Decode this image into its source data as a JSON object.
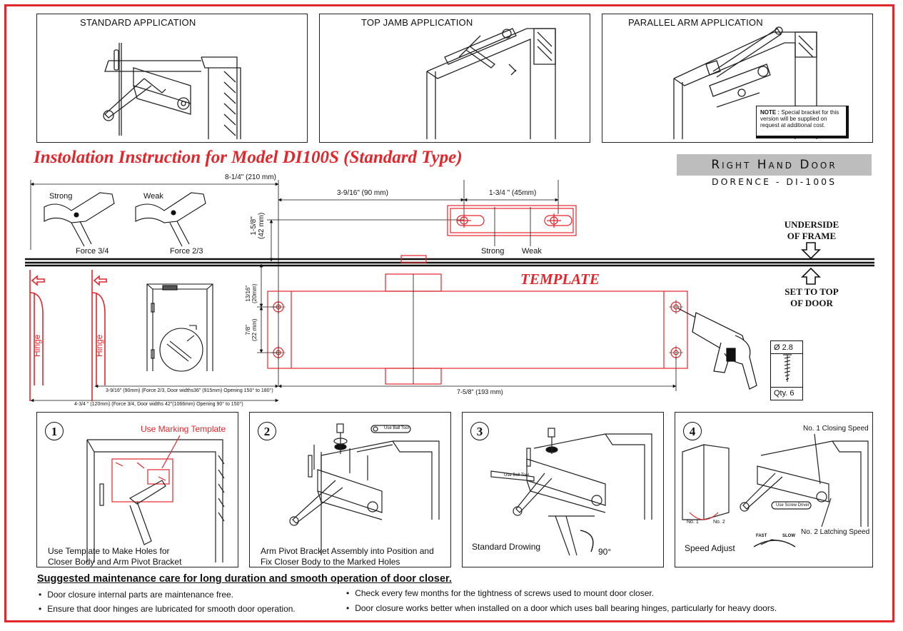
{
  "panels": {
    "standard": "STANDARD APPLICATION",
    "top_jamb": "TOP JAMB APPLICATION",
    "parallel": "PARALLEL ARM APPLICATION",
    "note_label": "NOTE :",
    "note_text_1": "Special bracket for this",
    "note_text_2": "version will be supplied on",
    "note_text_3": "request at additional cost."
  },
  "title": "Instolation Instruction for Model DI100S (Standard Type)",
  "badge": {
    "hand": "Right Hand Door",
    "model": "DORENCE - DI-100S"
  },
  "template": {
    "label": "TEMPLATE",
    "dim_overall": "8-1/4\" (210 mm)",
    "dim_to_bracket": "3-9/16\" (90 mm)",
    "dim_bracket": "1-3/4 \" (45mm)",
    "dim_vert_bracket_1": "1-5/8\"",
    "dim_vert_bracket_2": "(42 mm)",
    "dim_top_1": "13/16\"",
    "dim_top_2": "(20mm)",
    "dim_holes_1": "7/8\"",
    "dim_holes_2": "(22 mm)",
    "dim_holes_span": "7-5/8\" (193 mm)",
    "dim_door_36": "3-9/16\" (90mm) (Force 2/3, Door widths36\" (915mm) Opening 150° to 180°)",
    "dim_door_42": "4-3/4 \" (120mm)  (Force 3/4, Door widths 42\"(1066mm) Opening 90° to 150°)",
    "strong": "Strong",
    "weak": "Weak",
    "force_strong": "Force 3/4",
    "force_weak": "Force 2/3",
    "bracket_strong": "Strong",
    "bracket_weak": "Weak",
    "underside_1": "UNDERSIDE",
    "underside_2": "OF FRAME",
    "settop_1": "SET TO TOP",
    "settop_2": "OF DOOR",
    "hinge": "Hinge",
    "screw_size": "Ø 2.8",
    "screw_qty": "Qty. 6"
  },
  "steps": [
    {
      "num": "1",
      "callout": "Use Marking Template",
      "caption_1": "Use Template to Make Holes for",
      "caption_2": "Closer Body and Arm Pivot Bracket"
    },
    {
      "num": "2",
      "tool": "Use Ball Tool",
      "caption_1": "Arm Pivot Bracket Assembly into Position and",
      "caption_2": "Fix Closer Body to the Marked Holes"
    },
    {
      "num": "3",
      "tool": "Use Ball Tool",
      "caption_1": "Standard Drowing",
      "angle": "90°"
    },
    {
      "num": "4",
      "closing": "No. 1 Closing Speed",
      "latching": "No. 2 Latching Speed",
      "tool": "Use Screw Driver",
      "valve_1": "No. 1",
      "valve_2": "No. 2",
      "fast": "FAST",
      "slow": "SLOW",
      "caption_1": "Speed Adjust"
    }
  ],
  "maintenance": {
    "title": "Suggested maintenance care for long duration and smooth operation of door closer.",
    "items": [
      "Door closure internal parts are maintenance free.",
      "Ensure that door hinges are lubricated for smooth door operation.",
      "Check every few months for the tightness of screws used to mount door closer.",
      "Door closure works better when installed on a door which uses ball bearing hinges, particularly for heavy doors."
    ]
  },
  "colors": {
    "accent": "#e2262b",
    "badge_bg": "#bdbdbd",
    "ink": "#111111"
  }
}
